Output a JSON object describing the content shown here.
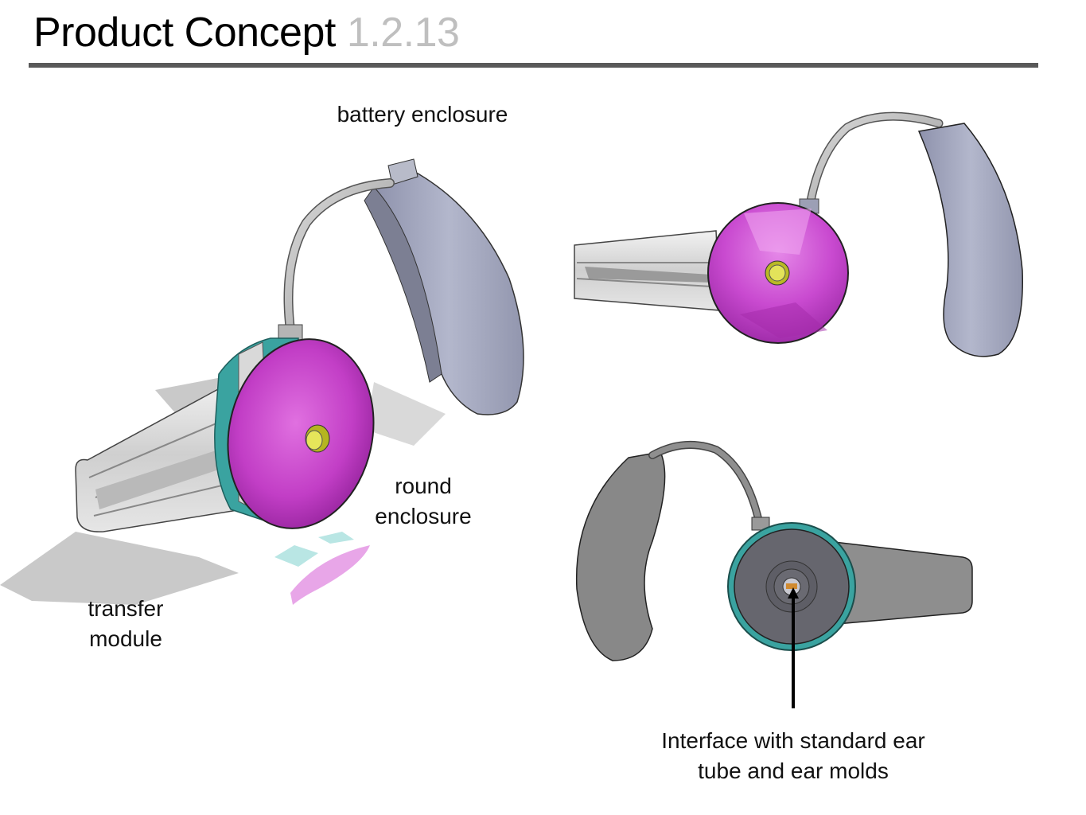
{
  "slide": {
    "title": "Product Concept",
    "number": "1.2.13"
  },
  "labels": {
    "battery_enclosure": "battery enclosure",
    "round_enclosure": "round\nenclosure",
    "transfer_module": "transfer\nmodule",
    "interface": "Interface with standard ear\ntube and ear molds"
  },
  "colors": {
    "title_rule": "#595959",
    "number": "#bfbfbf",
    "round_enclosure": "#cc44cc",
    "battery_enclosure": "#a9adc4",
    "teal_ring": "#3aa3a0",
    "button": "#d6d640",
    "back_view_body": "#8a8a8a"
  }
}
